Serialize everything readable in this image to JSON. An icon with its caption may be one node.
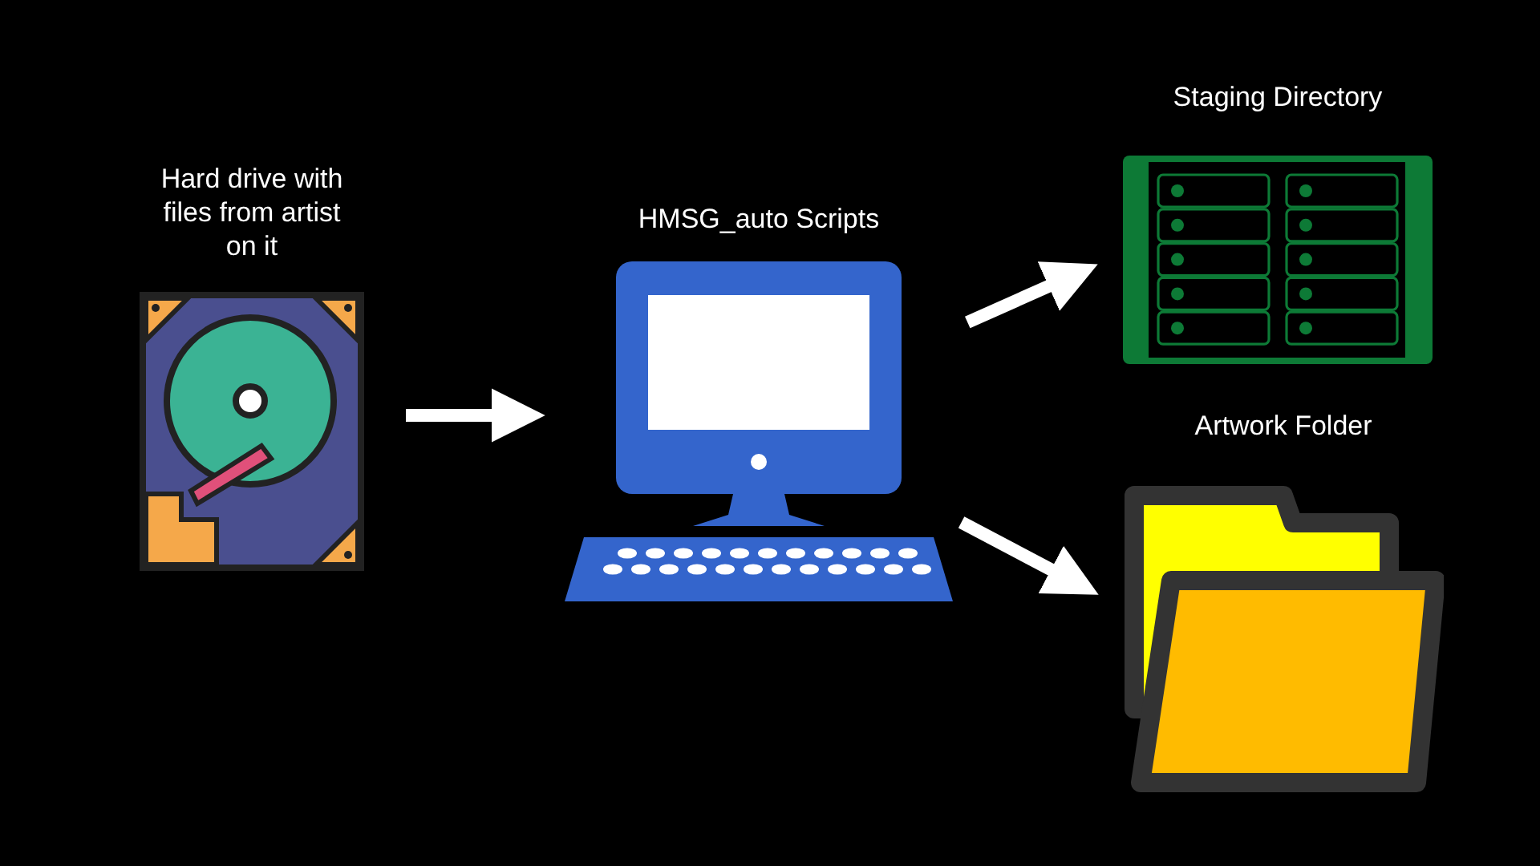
{
  "diagram": {
    "nodes": [
      {
        "text": [
          "Hard drive with files from artist on it"
        ]
      },
      {
        "text": [
          "HMSG_auto Scripts"
        ]
      },
      {
        "text": [
          "Staging Directory"
        ]
      },
      {
        "text": [
          "Artwork Folder"
        ]
      }
    ],
    "edges": [
      {
        "from": 0,
        "to": 1,
        "arrow": "to"
      },
      {
        "from": 1,
        "to": 2,
        "arrow": "to"
      },
      {
        "from": 1,
        "to": 3,
        "arrow": "to"
      }
    ]
  }
}
